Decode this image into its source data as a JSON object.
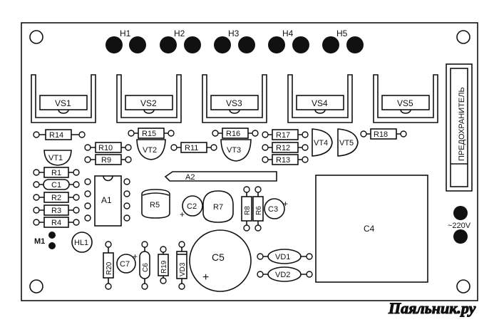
{
  "board": {
    "headers": [
      "H1",
      "H2",
      "H3",
      "H4",
      "H5"
    ],
    "thyristors": [
      "VS1",
      "VS2",
      "VS3",
      "VS4",
      "VS5"
    ],
    "fuse_label": "ПРЕДОХРАНИТЕЛЬ",
    "power_label": "~220V",
    "module_label": "A2",
    "chip_label": "A1",
    "resistors": {
      "R1": "R1",
      "R2": "R2",
      "R3": "R3",
      "R4": "R4",
      "R5": "R5",
      "R6": "R6",
      "R7": "R7",
      "R8": "R8",
      "R9": "R9",
      "R10": "R10",
      "R11": "R11",
      "R12": "R12",
      "R13": "R13",
      "R14": "R14",
      "R15": "R15",
      "R16": "R16",
      "R17": "R17",
      "R18": "R18",
      "R19": "R19",
      "R20": "R20"
    },
    "capacitors": {
      "C1": "C1",
      "C2": "C2",
      "C3": "C3",
      "C4": "C4",
      "C5": "C5",
      "C6": "C6",
      "C7": "C7"
    },
    "transistors": {
      "VT1": "VT1",
      "VT2": "VT2",
      "VT3": "VT3",
      "VT4": "VT4",
      "VT5": "VT5"
    },
    "diodes": {
      "VD1": "VD1",
      "VD2": "VD2",
      "VD3": "VD3"
    },
    "led_label": "HL1",
    "m1_label": "M1",
    "plus_sign": "+"
  },
  "watermark": "Паяльник.ру"
}
